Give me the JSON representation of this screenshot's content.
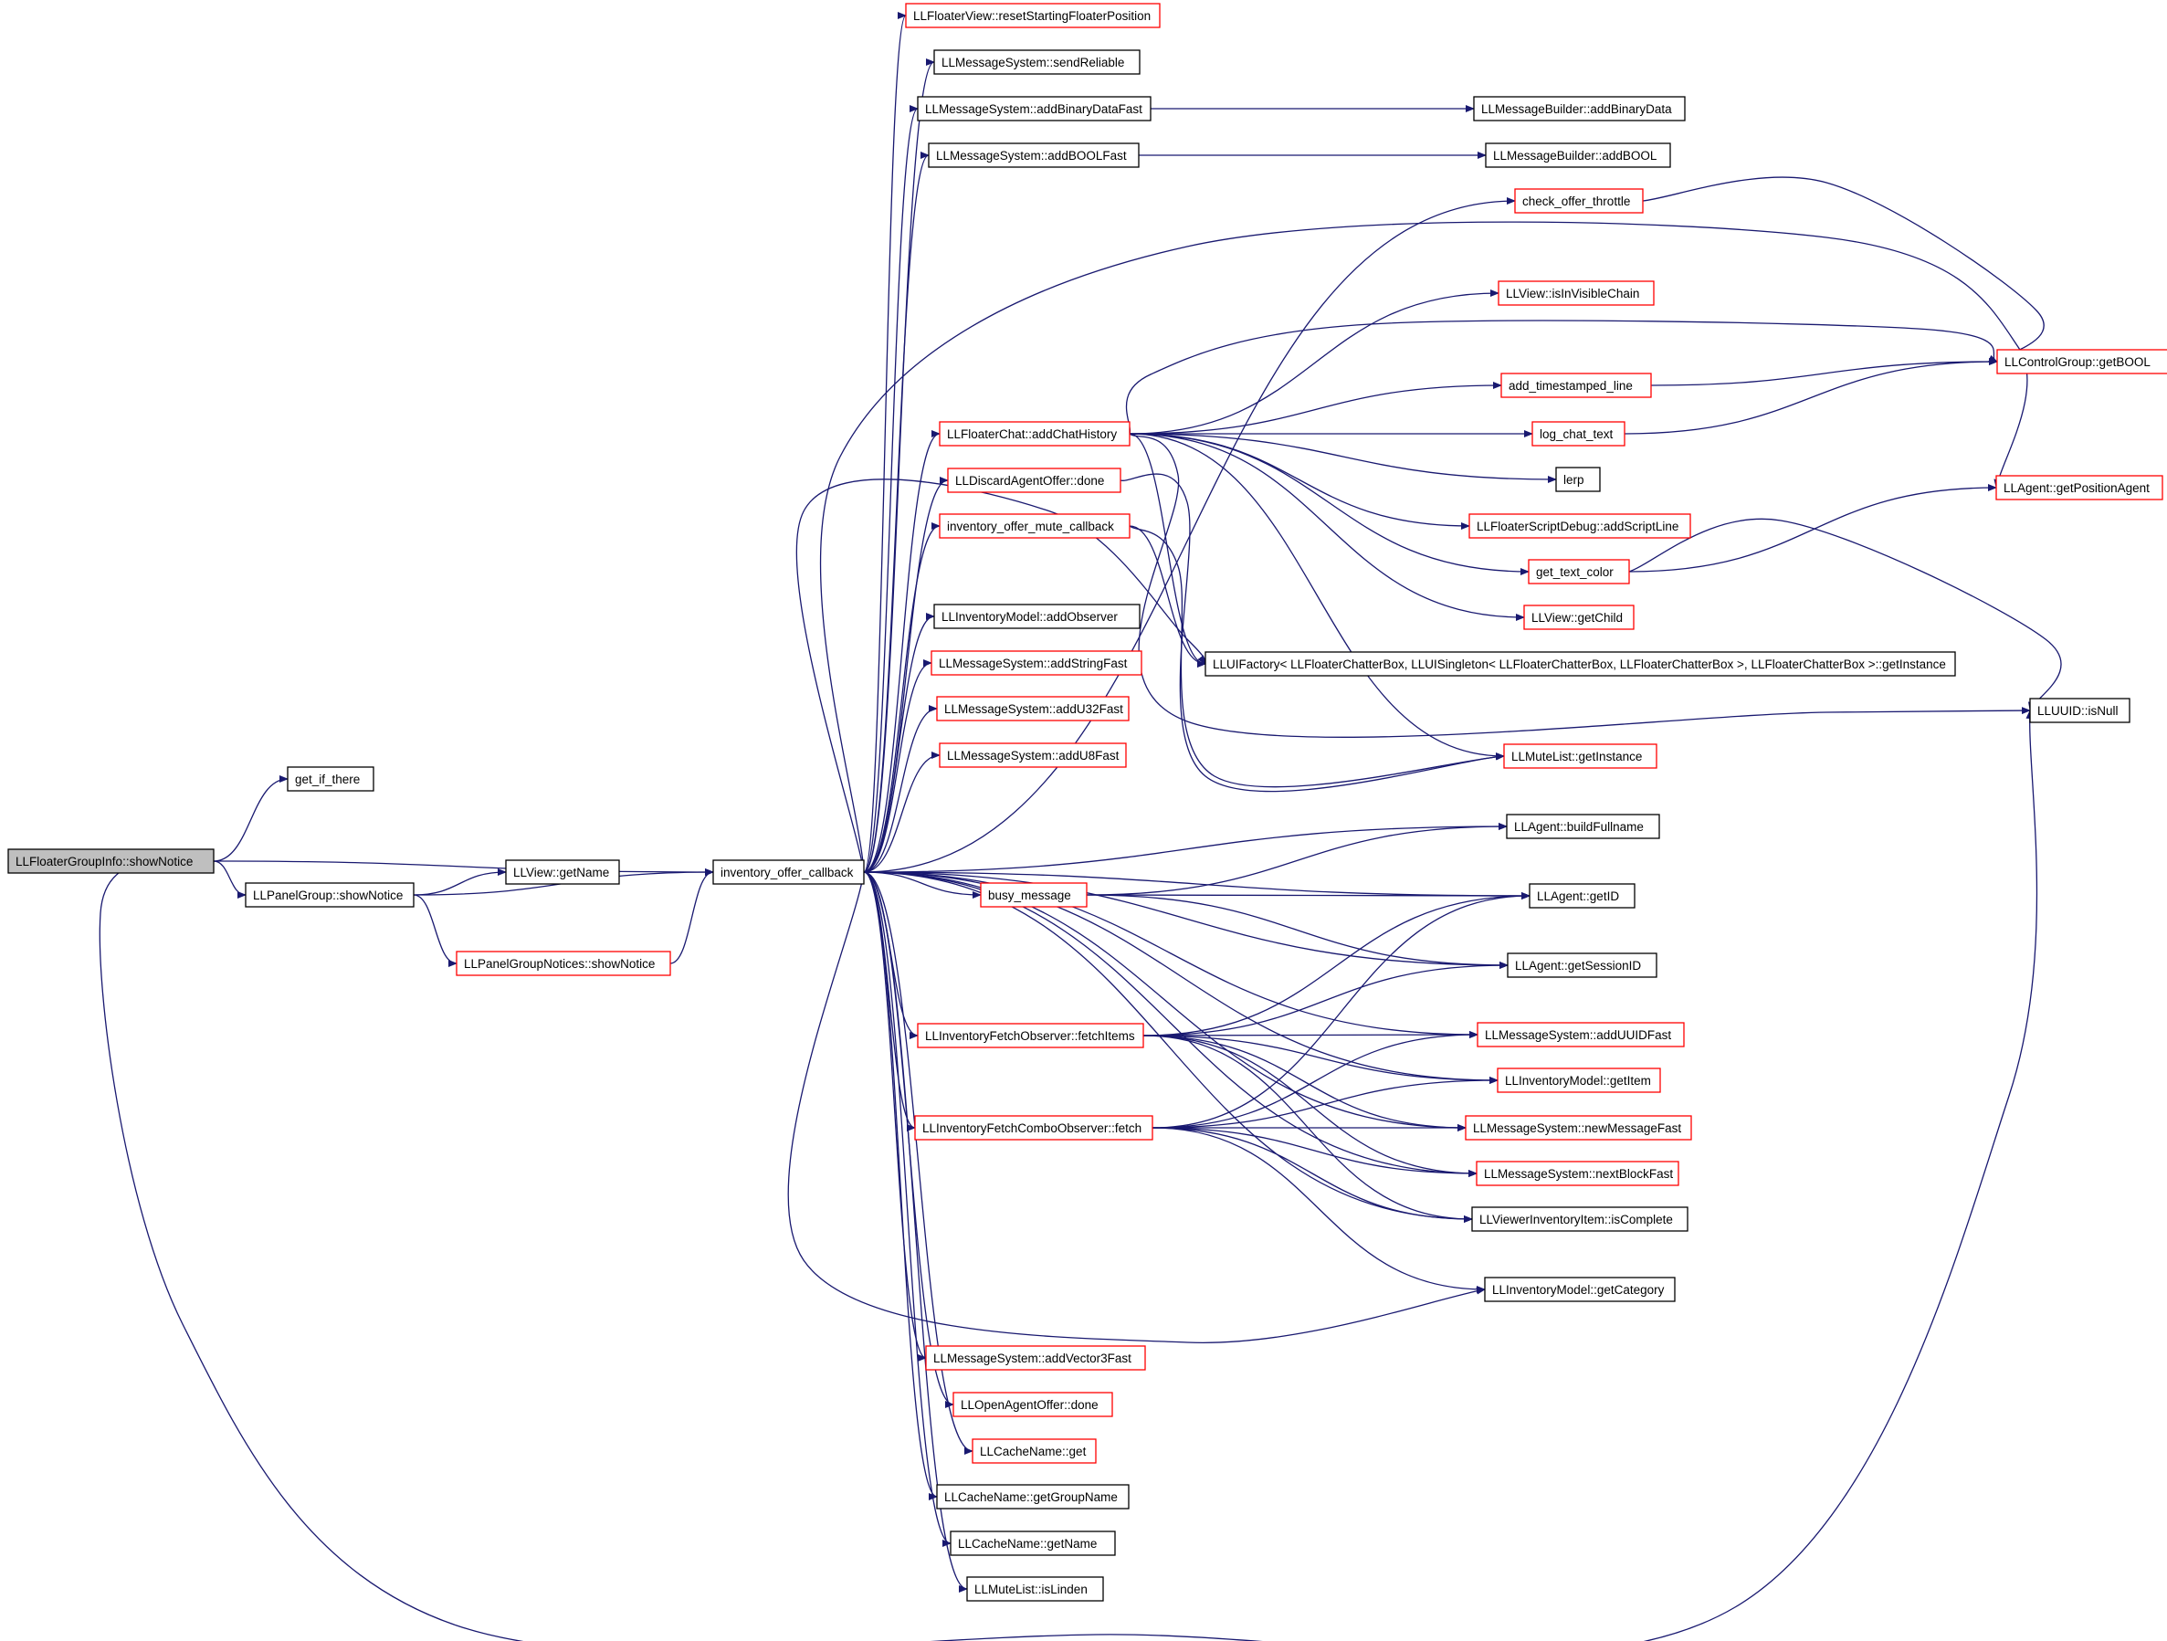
{
  "colors": {
    "edge": "#191970",
    "node_fill": "#ffffff",
    "root_fill": "#bfbfbf",
    "border_black": "#000000",
    "border_red": "#ff0000"
  },
  "nodes": [
    {
      "id": "root",
      "label": "LLFloaterGroupInfo::showNotice",
      "style": "root"
    },
    {
      "id": "getifthere",
      "label": "get_if_there",
      "style": "black"
    },
    {
      "id": "panelgroup",
      "label": "LLPanelGroup::showNotice",
      "style": "black"
    },
    {
      "id": "viewgetname",
      "label": "LLView::getName",
      "style": "black"
    },
    {
      "id": "notices",
      "label": "LLPanelGroupNotices::showNotice",
      "style": "red"
    },
    {
      "id": "ioc",
      "label": "inventory_offer_callback",
      "style": "black"
    },
    {
      "id": "resetfloater",
      "label": "LLFloaterView::resetStartingFloaterPosition",
      "style": "red"
    },
    {
      "id": "sendreliable",
      "label": "LLMessageSystem::sendReliable",
      "style": "black"
    },
    {
      "id": "addbinarydatafast",
      "label": "LLMessageSystem::addBinaryDataFast",
      "style": "black"
    },
    {
      "id": "addboolfast",
      "label": "LLMessageSystem::addBOOLFast",
      "style": "black"
    },
    {
      "id": "addchathistory",
      "label": "LLFloaterChat::addChatHistory",
      "style": "red"
    },
    {
      "id": "discarddone",
      "label": "LLDiscardAgentOffer::done",
      "style": "red"
    },
    {
      "id": "mutecallback",
      "label": "inventory_offer_mute_callback",
      "style": "red"
    },
    {
      "id": "addobserver",
      "label": "LLInventoryModel::addObserver",
      "style": "black"
    },
    {
      "id": "addstringfast",
      "label": "LLMessageSystem::addStringFast",
      "style": "red"
    },
    {
      "id": "addu32fast",
      "label": "LLMessageSystem::addU32Fast",
      "style": "red"
    },
    {
      "id": "addu8fast",
      "label": "LLMessageSystem::addU8Fast",
      "style": "red"
    },
    {
      "id": "busymessage",
      "label": "busy_message",
      "style": "red"
    },
    {
      "id": "fetchitems",
      "label": "LLInventoryFetchObserver::fetchItems",
      "style": "red"
    },
    {
      "id": "combofetch",
      "label": "LLInventoryFetchComboObserver::fetch",
      "style": "red"
    },
    {
      "id": "addvector3fast",
      "label": "LLMessageSystem::addVector3Fast",
      "style": "red"
    },
    {
      "id": "openagentoffer",
      "label": "LLOpenAgentOffer::done",
      "style": "red"
    },
    {
      "id": "cachenameget",
      "label": "LLCacheName::get",
      "style": "red"
    },
    {
      "id": "getgroupname",
      "label": "LLCacheName::getGroupName",
      "style": "black"
    },
    {
      "id": "cachegetname",
      "label": "LLCacheName::getName",
      "style": "black"
    },
    {
      "id": "islinden",
      "label": "LLMuteList::isLinden",
      "style": "black"
    },
    {
      "id": "addbinarydata",
      "label": "LLMessageBuilder::addBinaryData",
      "style": "black"
    },
    {
      "id": "addbool",
      "label": "LLMessageBuilder::addBOOL",
      "style": "black"
    },
    {
      "id": "checkthrottle",
      "label": "check_offer_throttle",
      "style": "red"
    },
    {
      "id": "isinvisiblechain",
      "label": "LLView::isInVisibleChain",
      "style": "red"
    },
    {
      "id": "addtimestamped",
      "label": "add_timestamped_line",
      "style": "red"
    },
    {
      "id": "logchattext",
      "label": "log_chat_text",
      "style": "red"
    },
    {
      "id": "lerp",
      "label": "lerp",
      "style": "black"
    },
    {
      "id": "addscriptline",
      "label": "LLFloaterScriptDebug::addScriptLine",
      "style": "red"
    },
    {
      "id": "gettextcolor",
      "label": "get_text_color",
      "style": "red"
    },
    {
      "id": "viewgetchild",
      "label": "LLView::getChild",
      "style": "red"
    },
    {
      "id": "uifactory",
      "label": "LLUIFactory< LLFloaterChatterBox, LLUISingleton< LLFloaterChatterBox, LLFloaterChatterBox >, LLFloaterChatterBox >::getInstance",
      "style": "black"
    },
    {
      "id": "mutelistinstance",
      "label": "LLMuteList::getInstance",
      "style": "red"
    },
    {
      "id": "buildfullname",
      "label": "LLAgent::buildFullname",
      "style": "black"
    },
    {
      "id": "agentgetid",
      "label": "LLAgent::getID",
      "style": "black"
    },
    {
      "id": "getsessionid",
      "label": "LLAgent::getSessionID",
      "style": "black"
    },
    {
      "id": "adduuidfast",
      "label": "LLMessageSystem::addUUIDFast",
      "style": "red"
    },
    {
      "id": "getitem",
      "label": "LLInventoryModel::getItem",
      "style": "red"
    },
    {
      "id": "newmessagefast",
      "label": "LLMessageSystem::newMessageFast",
      "style": "red"
    },
    {
      "id": "nextblockfast",
      "label": "LLMessageSystem::nextBlockFast",
      "style": "red"
    },
    {
      "id": "iscomplete",
      "label": "LLViewerInventoryItem::isComplete",
      "style": "black"
    },
    {
      "id": "getcategory",
      "label": "LLInventoryModel::getCategory",
      "style": "black"
    },
    {
      "id": "getbool",
      "label": "LLControlGroup::getBOOL",
      "style": "red"
    },
    {
      "id": "getpositionagent",
      "label": "LLAgent::getPositionAgent",
      "style": "red"
    },
    {
      "id": "isnull",
      "label": "LLUUID::isNull",
      "style": "black"
    }
  ],
  "edges": [
    [
      "root",
      "getifthere"
    ],
    [
      "root",
      "panelgroup"
    ],
    [
      "root",
      "ioc"
    ],
    [
      "root",
      "isnull"
    ],
    [
      "panelgroup",
      "viewgetname"
    ],
    [
      "panelgroup",
      "ioc"
    ],
    [
      "panelgroup",
      "notices"
    ],
    [
      "notices",
      "ioc"
    ],
    [
      "ioc",
      "resetfloater"
    ],
    [
      "ioc",
      "sendreliable"
    ],
    [
      "ioc",
      "addbinarydatafast"
    ],
    [
      "ioc",
      "addboolfast"
    ],
    [
      "ioc",
      "checkthrottle"
    ],
    [
      "ioc",
      "getpositionagent"
    ],
    [
      "ioc",
      "addchathistory"
    ],
    [
      "ioc",
      "discarddone"
    ],
    [
      "ioc",
      "mutecallback"
    ],
    [
      "ioc",
      "uifactory"
    ],
    [
      "ioc",
      "addobserver"
    ],
    [
      "ioc",
      "addstringfast"
    ],
    [
      "ioc",
      "addu32fast"
    ],
    [
      "ioc",
      "addu8fast"
    ],
    [
      "ioc",
      "buildfullname"
    ],
    [
      "ioc",
      "busymessage"
    ],
    [
      "ioc",
      "agentgetid"
    ],
    [
      "ioc",
      "getsessionid"
    ],
    [
      "ioc",
      "adduuidfast"
    ],
    [
      "ioc",
      "fetchitems"
    ],
    [
      "ioc",
      "getitem"
    ],
    [
      "ioc",
      "combofetch"
    ],
    [
      "ioc",
      "newmessagefast"
    ],
    [
      "ioc",
      "nextblockfast"
    ],
    [
      "ioc",
      "iscomplete"
    ],
    [
      "ioc",
      "getcategory"
    ],
    [
      "ioc",
      "addvector3fast"
    ],
    [
      "ioc",
      "openagentoffer"
    ],
    [
      "ioc",
      "cachenameget"
    ],
    [
      "ioc",
      "getgroupname"
    ],
    [
      "ioc",
      "cachegetname"
    ],
    [
      "ioc",
      "islinden"
    ],
    [
      "addbinarydatafast",
      "addbinarydata"
    ],
    [
      "addboolfast",
      "addbool"
    ],
    [
      "checkthrottle",
      "getbool"
    ],
    [
      "addchathistory",
      "isinvisiblechain"
    ],
    [
      "addchathistory",
      "getbool"
    ],
    [
      "addchathistory",
      "addtimestamped"
    ],
    [
      "addchathistory",
      "logchattext"
    ],
    [
      "addchathistory",
      "lerp"
    ],
    [
      "addchathistory",
      "addscriptline"
    ],
    [
      "addchathistory",
      "gettextcolor"
    ],
    [
      "addchathistory",
      "viewgetchild"
    ],
    [
      "addchathistory",
      "uifactory"
    ],
    [
      "addchathistory",
      "isnull"
    ],
    [
      "addchathistory",
      "mutelistinstance"
    ],
    [
      "addtimestamped",
      "getbool"
    ],
    [
      "logchattext",
      "getbool"
    ],
    [
      "gettextcolor",
      "getpositionagent"
    ],
    [
      "gettextcolor",
      "isnull"
    ],
    [
      "discarddone",
      "mutelistinstance"
    ],
    [
      "mutecallback",
      "uifactory"
    ],
    [
      "mutecallback",
      "mutelistinstance"
    ],
    [
      "busymessage",
      "buildfullname"
    ],
    [
      "busymessage",
      "agentgetid"
    ],
    [
      "busymessage",
      "getsessionid"
    ],
    [
      "fetchitems",
      "agentgetid"
    ],
    [
      "fetchitems",
      "getsessionid"
    ],
    [
      "fetchitems",
      "adduuidfast"
    ],
    [
      "fetchitems",
      "getitem"
    ],
    [
      "fetchitems",
      "newmessagefast"
    ],
    [
      "fetchitems",
      "nextblockfast"
    ],
    [
      "fetchitems",
      "iscomplete"
    ],
    [
      "combofetch",
      "agentgetid"
    ],
    [
      "combofetch",
      "adduuidfast"
    ],
    [
      "combofetch",
      "getitem"
    ],
    [
      "combofetch",
      "newmessagefast"
    ],
    [
      "combofetch",
      "nextblockfast"
    ],
    [
      "combofetch",
      "iscomplete"
    ],
    [
      "combofetch",
      "getcategory"
    ]
  ]
}
